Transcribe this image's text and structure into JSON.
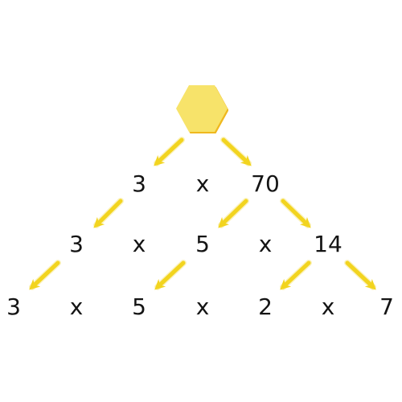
{
  "colors": {
    "arrow": "#f2d41f",
    "arrow_light": "#f8e98a",
    "hex_fill": "#f7e36a",
    "hex_edge": "#efb81e",
    "text": "#141414"
  },
  "root": {
    "icon": "hexagon-icon"
  },
  "levels": [
    {
      "tokens": [
        "3",
        "x",
        "70"
      ]
    },
    {
      "tokens": [
        "3",
        "x",
        "5",
        "x",
        "14"
      ]
    },
    {
      "tokens": [
        "3",
        "x",
        "5",
        "x",
        "2",
        "x",
        "7"
      ]
    }
  ]
}
